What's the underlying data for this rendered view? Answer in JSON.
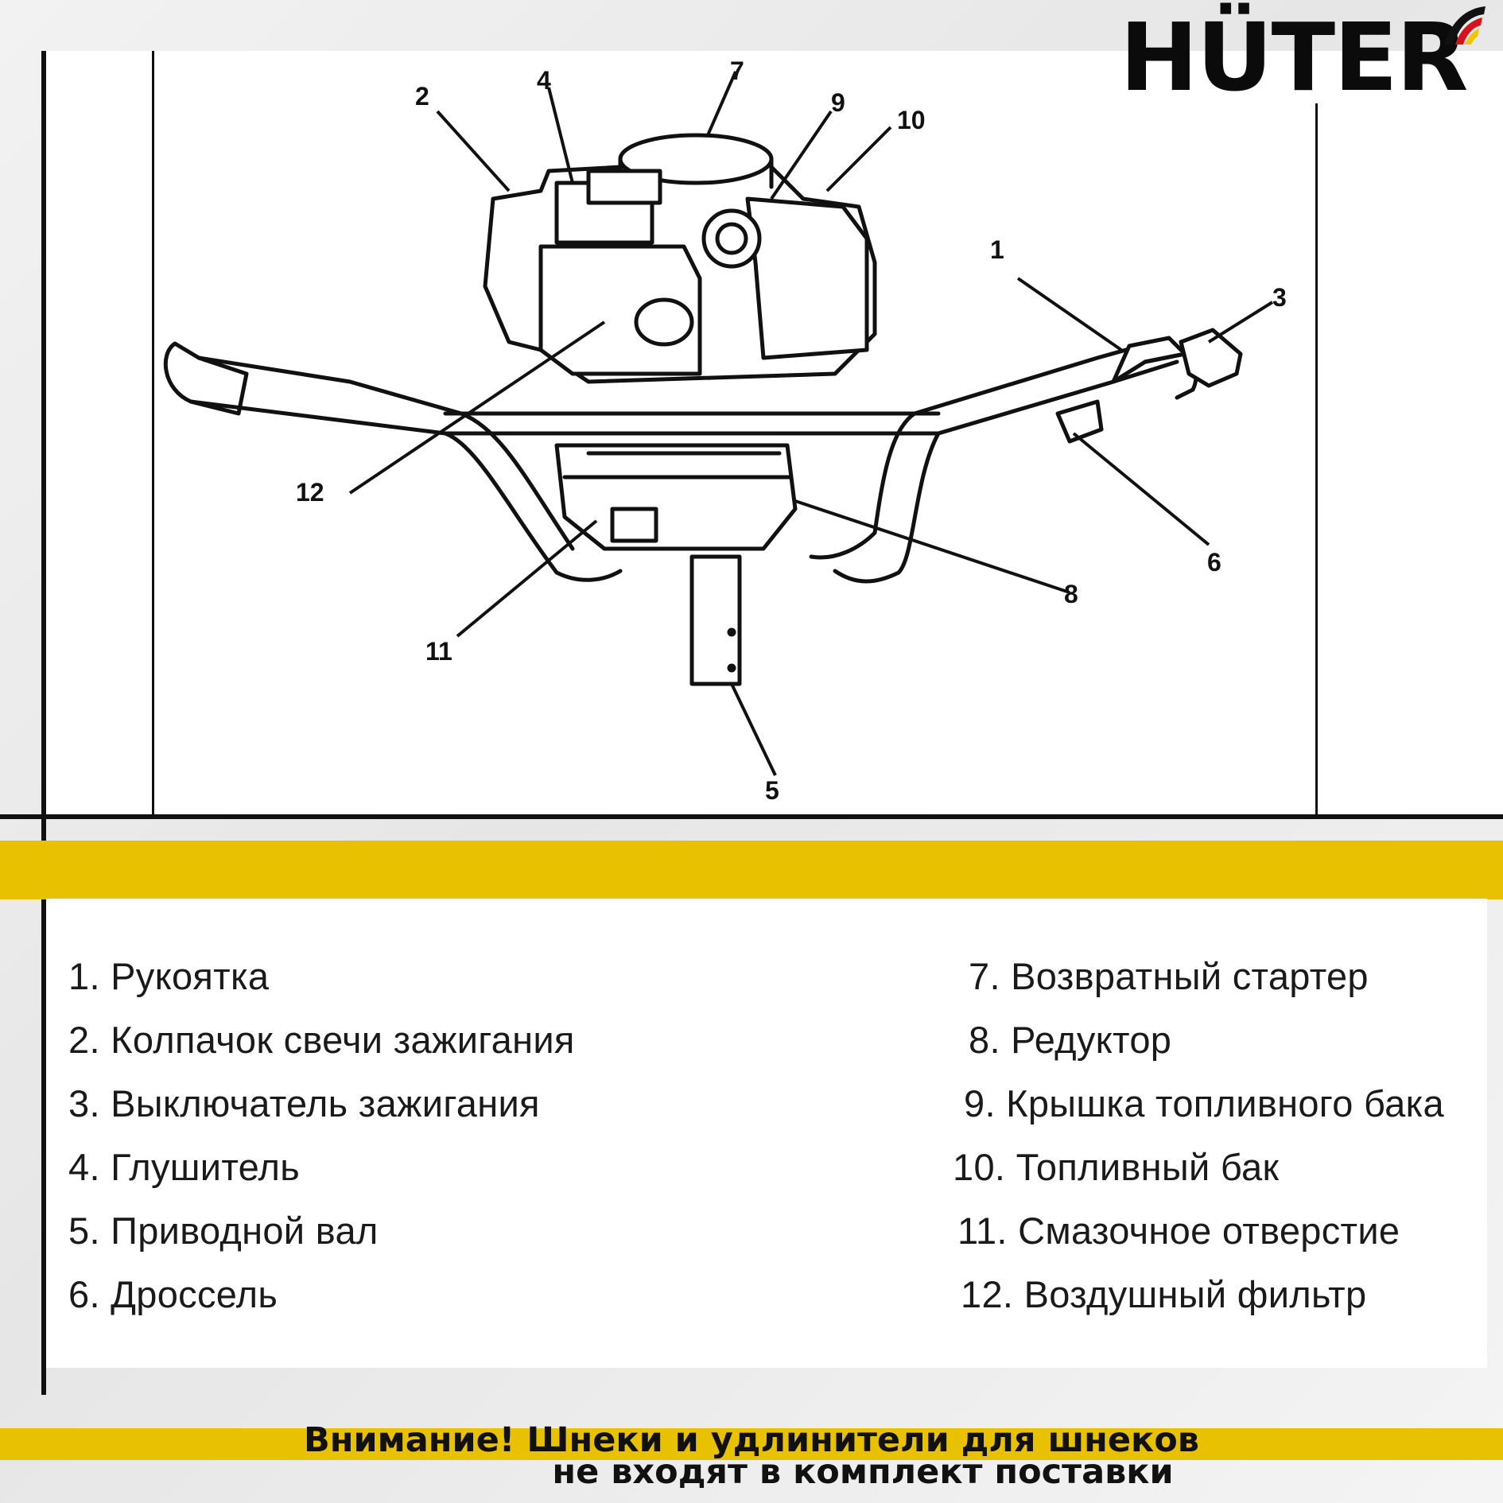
{
  "brand": {
    "name": "HÜTER",
    "flag_colors": [
      "#111111",
      "#d8121b",
      "#f2c500"
    ]
  },
  "accent_color": "#e8c200",
  "diagram": {
    "callouts": [
      "1",
      "2",
      "3",
      "4",
      "5",
      "6",
      "7",
      "8",
      "9",
      "10",
      "11",
      "12"
    ]
  },
  "legend": {
    "left": [
      "1. Рукоятка",
      "2. Колпачок свечи зажигания",
      "3. Выключатель зажигания",
      "4. Глушитель",
      "5. Приводной вал",
      "6. Дроссель"
    ],
    "right": [
      "7. Возвратный стартер",
      "8. Редуктор",
      "9. Крышка топливного бака",
      "10. Топливный бак",
      "11. Смазочное отверстие",
      "12. Воздушный фильтр"
    ]
  },
  "warning": {
    "line1": "Внимание! Шнеки и удлинители для шнеков",
    "line2": "не входят в комплект поставки"
  }
}
